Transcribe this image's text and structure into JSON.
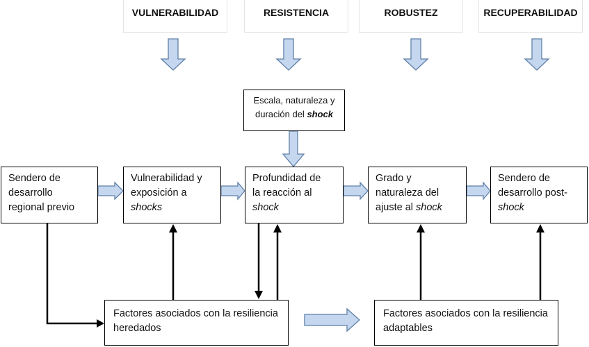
{
  "headers": {
    "vulnerabilidad": "VULNERABILIDAD",
    "resistencia": "RESISTENCIA",
    "robustez": "ROBUSTEZ",
    "recuperabilidad": "RECUPERABILIDAD"
  },
  "shock_box": {
    "line1": "Escala, naturaleza y",
    "line2_pre": "duración del ",
    "line2_em": "shock"
  },
  "stages": {
    "prior_path": {
      "line1": "Sendero de",
      "line2": "desarrollo",
      "line3": "regional previo"
    },
    "vulnerability": {
      "line1": "Vulnerabilidad y",
      "line2": "exposición a",
      "line3_em": "shocks"
    },
    "depth": {
      "line1": "Profundidad de",
      "line2": "la reacción al",
      "line3_em": "shock"
    },
    "adjustment": {
      "line1": "Grado y",
      "line2": "naturaleza del",
      "line3_pre": "ajuste al ",
      "line3_em": "shock"
    },
    "post_path": {
      "line1": "Sendero de",
      "line2": "desarrollo post-",
      "line3_em": "shock"
    }
  },
  "factors": {
    "inherited": {
      "line1": "Factores asociados con la resiliencia",
      "line2": "heredados"
    },
    "adaptable": {
      "line1": "Factores asociados con la resiliencia",
      "line2": "adaptables"
    }
  }
}
